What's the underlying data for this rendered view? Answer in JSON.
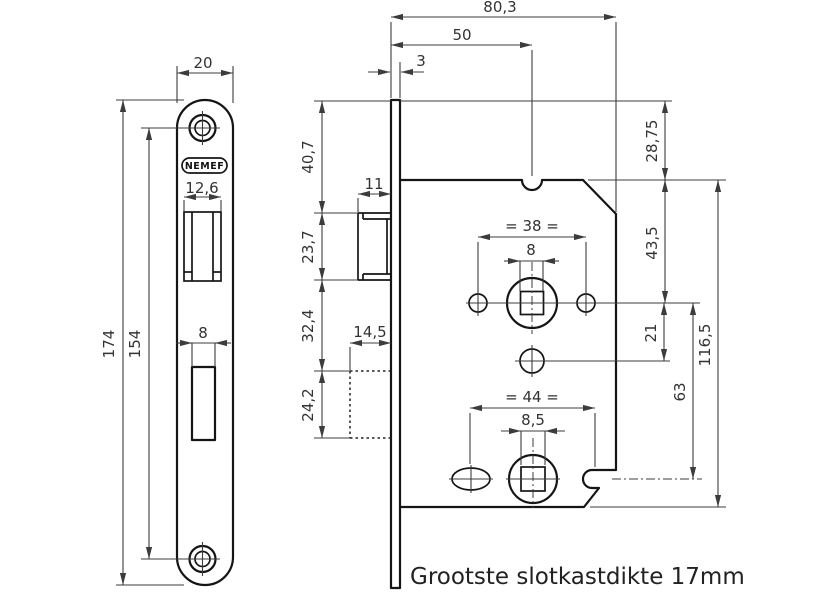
{
  "drawing": {
    "brand_label": "NEMEF",
    "footnote": "Grootste slotkastdikte 17mm",
    "colors": {
      "line": "#151515",
      "dim": "#3c3c3c",
      "background": "#ffffff"
    },
    "front_view": {
      "plate_width": "20",
      "plate_height": "174",
      "screw_spacing": "154",
      "latch_cutout_width": "12,6",
      "bolt_cutout_width": "8"
    },
    "side_view": {
      "overall_depth": "80,3",
      "backset": "50",
      "faceplate_thickness": "3",
      "top_to_latch": "40,7",
      "latch_depth": "11",
      "latch_height": "23,7",
      "latch_to_bolt": "32,4",
      "bolt_depth": "14,5",
      "bolt_height": "24,2",
      "top_to_case": "28,75",
      "case_to_spindle": "43,5",
      "handle_hole_spacing": "= 38 =",
      "spindle_square": "8",
      "spindle_to_cylinder": "21",
      "case_height": "116,5",
      "spindle_to_bottom": "63",
      "bottom_hole_spacing": "= 44 =",
      "bottom_square": "8,5"
    }
  }
}
